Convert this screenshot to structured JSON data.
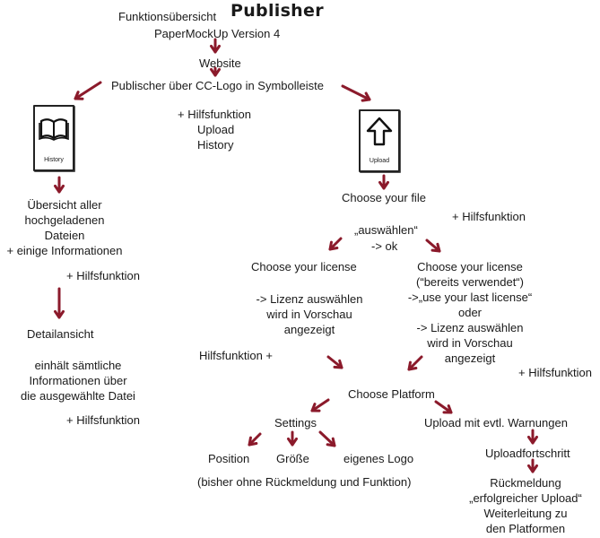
{
  "header": {
    "title_prefix": "Funktionsübersicht",
    "title_bold": "Publisher",
    "version": "PaperMockUp Version 4"
  },
  "nodes": {
    "website": "Website",
    "publisher_via_logo": "Publischer über CC-Logo in Symbolleiste",
    "center_functions": [
      "+ Hilfsfunktion",
      "Upload",
      "History"
    ]
  },
  "icons": {
    "history": {
      "icon": "open-book-icon",
      "label": "History"
    },
    "upload": {
      "icon": "upload-arrow-icon",
      "label": "Upload"
    }
  },
  "history_branch": {
    "overview": [
      "Übersicht aller",
      "hochgeladenen",
      "Dateien",
      "+ einige Informationen"
    ],
    "help": "+ Hilfsfunktion",
    "detail_title": "Detailansicht",
    "detail_text": [
      "einhält sämtliche",
      "Informationen über",
      "die ausgewählte Datei"
    ],
    "detail_help": "+ Hilfsfunktion"
  },
  "upload_branch": {
    "choose_file": "Choose your file",
    "help_file": "+ Hilfsfunktion",
    "select": "„auswählen“",
    "ok": "-> ok",
    "license_left": "Choose your license",
    "license_left_text": [
      "-> Lizenz auswählen",
      "wird in Vorschau",
      "angezeigt"
    ],
    "license_right": [
      "Choose your license",
      "(“bereits verwendet“)",
      "->„use your last license“",
      "oder",
      "-> Lizenz auswählen",
      "wird in Vorschau",
      "angezeigt"
    ],
    "help_left": "Hilfsfunktion +",
    "help_right": "+ Hilfsfunktion",
    "choose_platform": "Choose Platform",
    "settings": "Settings",
    "settings_options": [
      "Position",
      "Größe",
      "eigenes Logo"
    ],
    "settings_note": "(bisher ohne Rückmeldung und Funktion)",
    "upload_warnings": "Upload mit evtl. Warnungen",
    "upload_progress": "Uploadfortschritt",
    "feedback": [
      "Rückmeldung",
      "„erfolgreicher Upload“",
      "Weiterleitung zu",
      "den Platformen"
    ]
  },
  "colors": {
    "arrow": "#8b1a2b",
    "text": "#1a1a1a"
  }
}
